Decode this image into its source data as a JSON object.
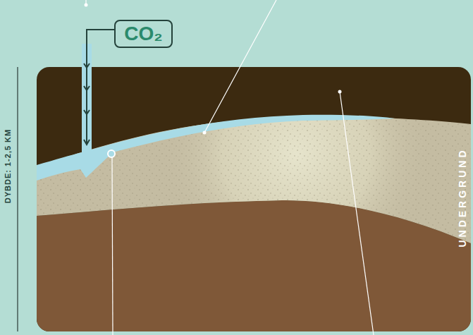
{
  "diagram": {
    "nodes": [
      {
        "text": [
          "CO₂"
        ]
      }
    ],
    "labels": [
      "DYBDE: 1-2,5 KM",
      "UNDERGRUND"
    ]
  }
}
